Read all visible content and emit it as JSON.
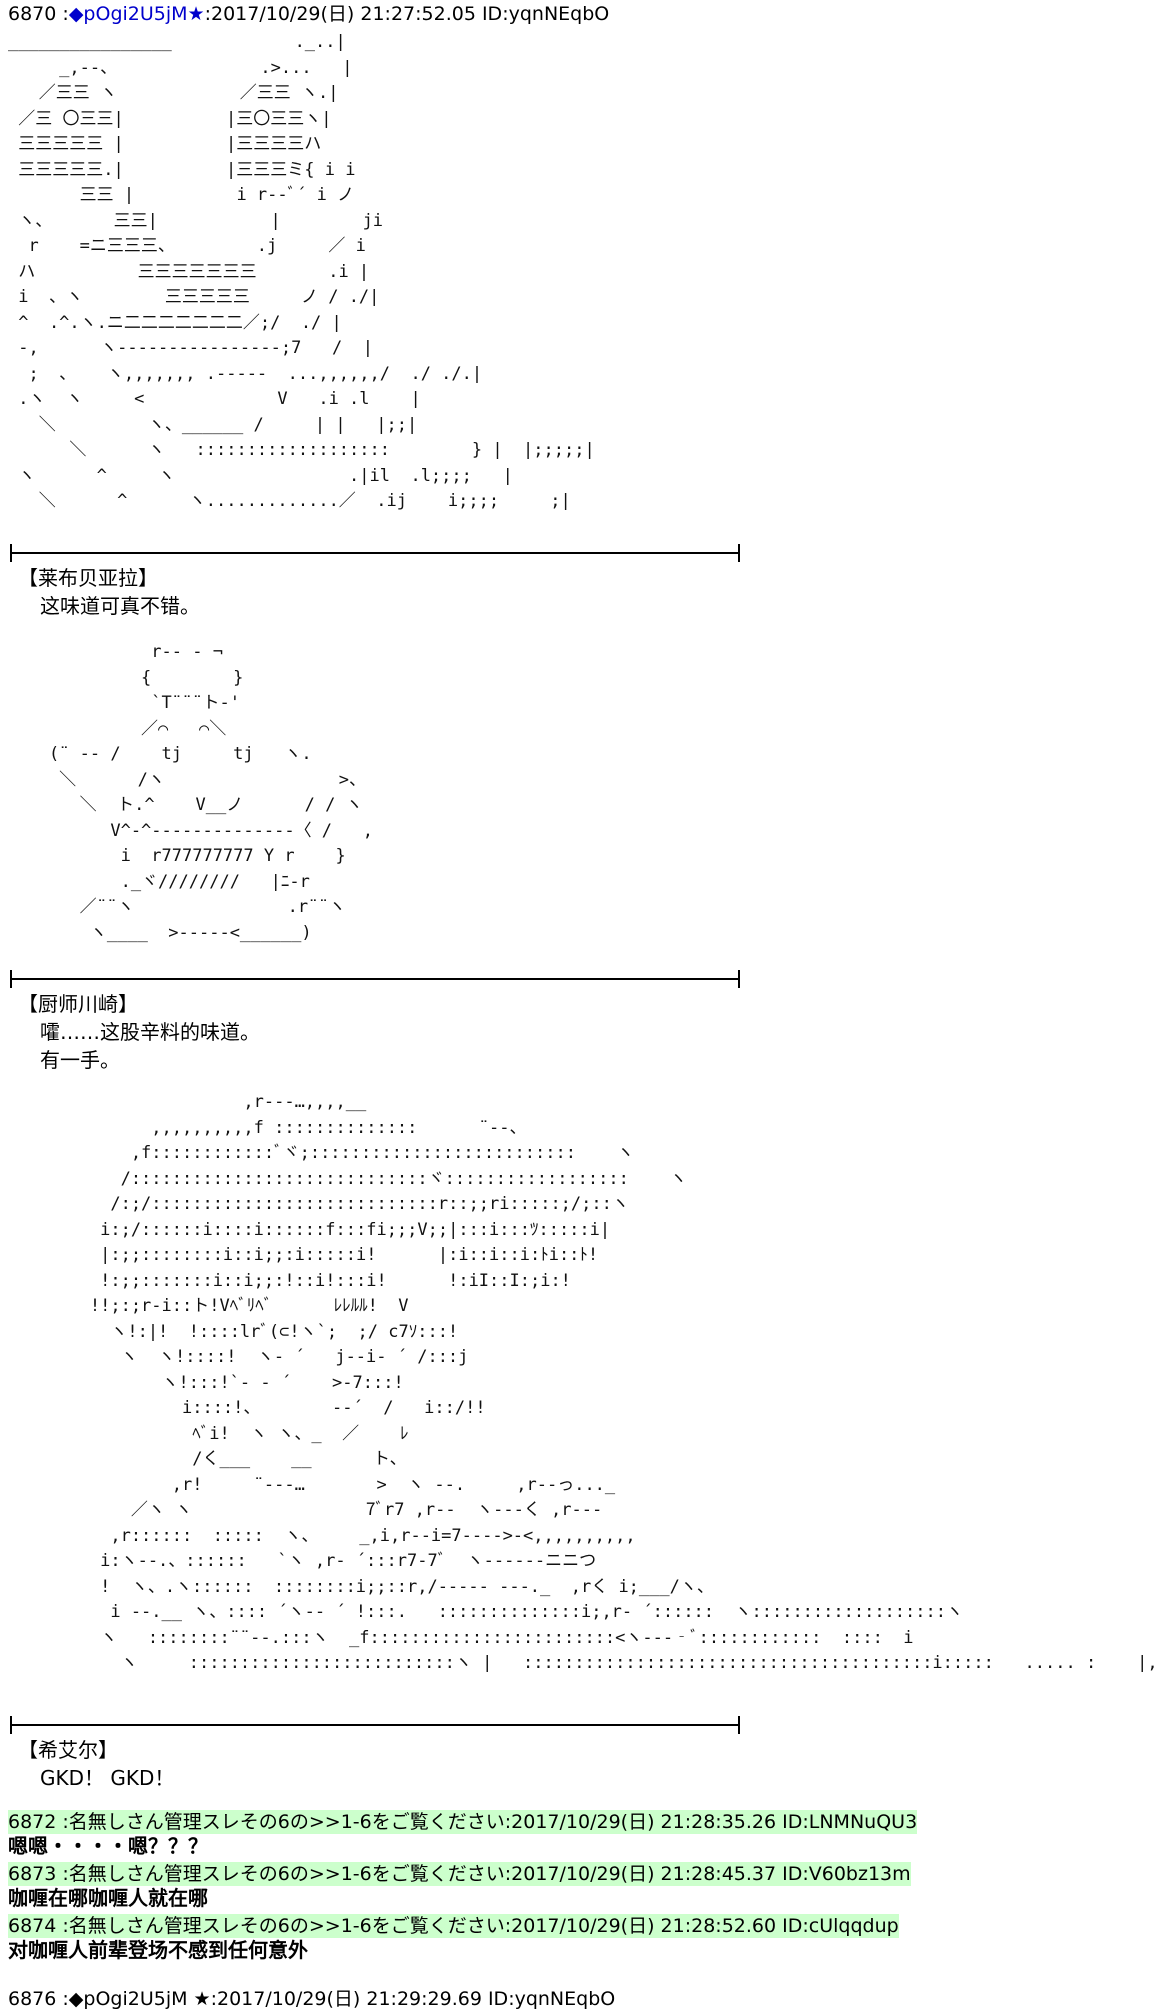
{
  "post_header": {
    "number": "6870",
    "sep": " :",
    "trip": "◆pOgi2U5jM",
    "star": "★",
    "datetime": ":2017/10/29(日) 21:27:52.05 ID:yqnNEqbO"
  },
  "panels": [
    {
      "art": "________________            ._..|\n     _,--、              .>...   |\n   ／三三 ヽ            ／三三 ヽ.|\n ／三 〇三三|          |三〇三三ヽ|\n 三三三三三 |          |三三三三ハ\n 三三三三三.|          |三三三ミ{ i i\n       三三 |          i r‐‐ﾞ´ i ノ\n ヽ、      三三|           |        ji\n  r    =ニ三三三、        .j     ／ i\n ハ          三三三三三三三       .i |\n i  、ヽ        三三三三三     ノ / ./|\n ^  .^.ヽ.ニ二二二二二二二／;/  ./ |\n ‐,      ヽ‐‐‐‐‐‐‐‐‐‐‐‐‐‐‐‐;7   /  |\n  ;  、   ヽ,,,,,,, .‐‐‐‐‐  ...,,,,,,/  ./ ./.|\n .ヽ  ヽ     <             V   .i .l    |\n   ＼         ヽ、______ /     | |   |;;|\n      ＼      ヽ   :::::::::::::::::::        } |  |;;;;;|\n ヽ      ^     ヽ                 .|il  .l;;;;   |\n   ＼      ^      ヽ.............／  .ij    i;;;;     ;|",
      "name": "【莱布贝亚拉】",
      "lines": [
        "这味道可真不错。"
      ]
    },
    {
      "art": "              r‐‐ ‐ ¬\n             {        }\n              `T¨¨¨ト‐'\n             ／⌒   ⌒＼\n    (¨ ‐‐ /    tj     tj   ヽ.\n     ＼      /ヽ                 >、\n       ＼  ト.^    V__ノ      / / ヽ\n          V^‐^‐‐‐‐‐‐‐‐‐‐‐‐‐‐〈 /   ,\n           i  r777777777 Y r    }\n           ._ヾ////////   |ﾆ‐r\n       ／¨¨ヽ               .r¨¨ヽ\n        ヽ____  >‐‐‐‐‐<______)",
      "name": "【厨师川崎】",
      "lines": [
        "嚯……这股辛料的味道。",
        "有一手。"
      ]
    },
    {
      "art": "                       ,r‐‐‐…,,,,__\n              ,,,,,,,,,,f ::::::::::::::      ¨‐‐、\n            ,f::::::::::::ﾞヾ;::::::::::::::::::::::::::    ヽ\n           /:::::::::::::::::::::::::::::ヾ::::::::::::::::::    ヽ\n          /:;/::::::::::::::::::::::::::::r::;;ri:::::;/;::ヽ\n         i:;/::::::i::::i::::::f:::fi;;;V;;|:::i:::ﾂ:::::i|\n         |:;;::::::::i::i;;:i:::::i!      |:i::i::i:ﾄi::ﾄ!\n         !:;;:::::::i::i;;:!::i!:::i!      !:iI::I:;i:!\n        !!;:;r‐i::ト!Vﾍﾞﾘﾍﾞ      ﾚﾚﾙﾙ!  V\n          ヽ!:|!  !::::lrﾞ(⊂!ヽ`;  ;/ c7ｿ:::!\n           ヽ  ヽ!::::!  ヽ‐ ´   j‐‐i‐ ´ /:::j\n               ヽ!:::!`‐ ‐ ´    >‐7:::!\n                 i::::!、       ‐‐´  /   i::/!!\n                  ﾍﾞi!  ヽ ヽ、_  ／    ﾚ\n                  /く___    __      ト、\n                ,r!     ¨‐‐‐…       >  ヽ ‐‐.     ,r‐‐っ..._\n            ／ヽ ヽ                 7ﾞr7 ,r‐‐  ヽ‐‐‐く ,r‐‐‐\n          ,r::::::  :::::  ヽ、    _,i,r‐‐i=7‐‐‐‐>‐<,,,,,,,,,,\n         i:ヽ‐‐.、::::::   `ヽ ,r‐ ´:::r7‐7ﾞ  ヽ‐‐‐‐‐‐ニニつ\n         !  ヽ、.ヽ::::::  ::::::::i;;::r,/‐‐‐‐‐ ‐‐‐._  ,rく i;___/ヽ、\n          i ‐‐.__ ヽ、:::: ´ヽ‐‐ ´ !:::.   ::::::::::::::i;,r‐ ´::::::  ヽ:::::::::::::::::::ヽ\n         ヽ   ::::::::¨¨‐‐.:::ヽ  _f::::::::::::::::::::::::<ヽ‐‐‐‐ﾞ::::::::::::  ::::  i\n           ヽ     ::::::::::::::::::::::::::ヽ |   ::::::::::::::::::::::::::::::::::::::::i:::::   ..... :    |,",
      "name": "【希艾尔】",
      "lines": [
        "GKD！ GKD！"
      ]
    }
  ],
  "replies": [
    {
      "meta": "6872 :名無しさん管理スレその6の>>1-6をご覧ください:2017/10/29(日) 21:28:35.26 ID:LNMNuQU3",
      "body": "嗯嗯・・・・嗯？？？"
    },
    {
      "meta": "6873 :名無しさん管理スレその6の>>1-6をご覧ください:2017/10/29(日) 21:28:45.37 ID:V60bz13m",
      "body": "咖喱在哪咖喱人就在哪"
    },
    {
      "meta": "6874 :名無しさん管理スレその6の>>1-6をご覧ください:2017/10/29(日) 21:28:52.60 ID:cUlqqdup",
      "body": "对咖喱人前辈登场不感到任何意外"
    }
  ],
  "next_post_partial": "6876 :◆pOgi2U5jM ★:2017/10/29(日) 21:29:29.69 ID:yqnNEqbO"
}
